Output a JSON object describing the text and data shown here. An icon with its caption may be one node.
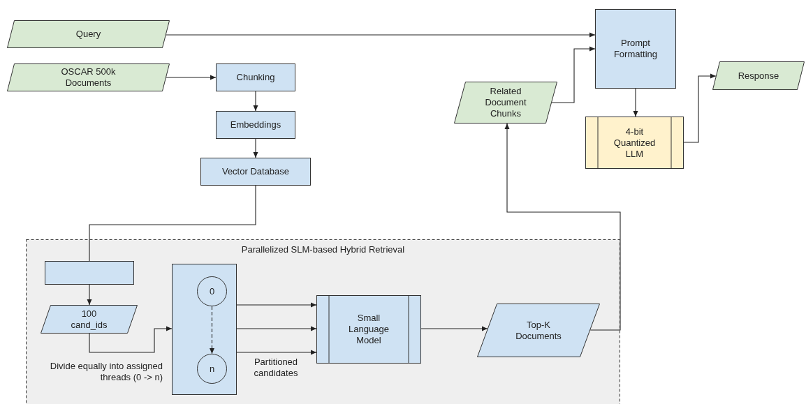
{
  "diagram": {
    "nodes": [
      {
        "text": [
          "Query"
        ]
      },
      {
        "text": [
          "OSCAR 500k Documents"
        ]
      },
      {
        "text": [
          "Chunking"
        ]
      },
      {
        "text": [
          "Embeddings"
        ]
      },
      {
        "text": [
          "Vector Database"
        ]
      },
      {
        "text": [
          "Related Document Chunks"
        ]
      },
      {
        "text": [
          "Prompt Formatting"
        ]
      },
      {
        "text": [
          "4-bit Quantized LLM"
        ]
      },
      {
        "text": [
          "Response"
        ]
      },
      {
        "text": [
          "Parallelized SLM-based Hybrid Retrieval"
        ]
      },
      {
        "text": [],
        "shape": "box",
        "in": 9
      },
      {
        "text": [
          "100 cand_ids"
        ],
        "in": 9
      },
      {
        "text": [],
        "shape": "box",
        "in": 9
      },
      {
        "text": [
          "0"
        ],
        "in": 12
      },
      {
        "text": [
          "n"
        ],
        "in": 12
      },
      {
        "text": [
          "Small Language Model"
        ],
        "in": 9
      },
      {
        "text": [
          "Top-K Documents"
        ],
        "in": 9
      }
    ],
    "edges": [
      {
        "from": 0,
        "to": 6,
        "arrow": "to"
      },
      {
        "from": 1,
        "to": 2,
        "arrow": "to"
      },
      {
        "from": 2,
        "to": 3,
        "arrow": "to"
      },
      {
        "from": 3,
        "to": 4,
        "arrow": "to"
      },
      {
        "from": 4,
        "to": 10,
        "arrow": "none"
      },
      {
        "from": 10,
        "to": 11,
        "arrow": "to"
      },
      {
        "from": 11,
        "to": 12,
        "arrow": "to",
        "label": "Divide equally into assigned threads (0 -> n)"
      },
      {
        "from": 12,
        "to": 15,
        "arrow": "to"
      },
      {
        "from": 12,
        "to": 15,
        "arrow": "to"
      },
      {
        "from": 12,
        "to": 15,
        "arrow": "to",
        "label": "Partitioned candidates"
      },
      {
        "from": 13,
        "to": 14,
        "arrow": "to",
        "style": "dashed"
      },
      {
        "from": 15,
        "to": 16,
        "arrow": "to"
      },
      {
        "from": 16,
        "to": 5,
        "arrow": "to"
      },
      {
        "from": 5,
        "to": 6,
        "arrow": "to"
      },
      {
        "from": 6,
        "to": 7,
        "arrow": "to"
      },
      {
        "from": 7,
        "to": 8,
        "arrow": "to"
      }
    ]
  }
}
